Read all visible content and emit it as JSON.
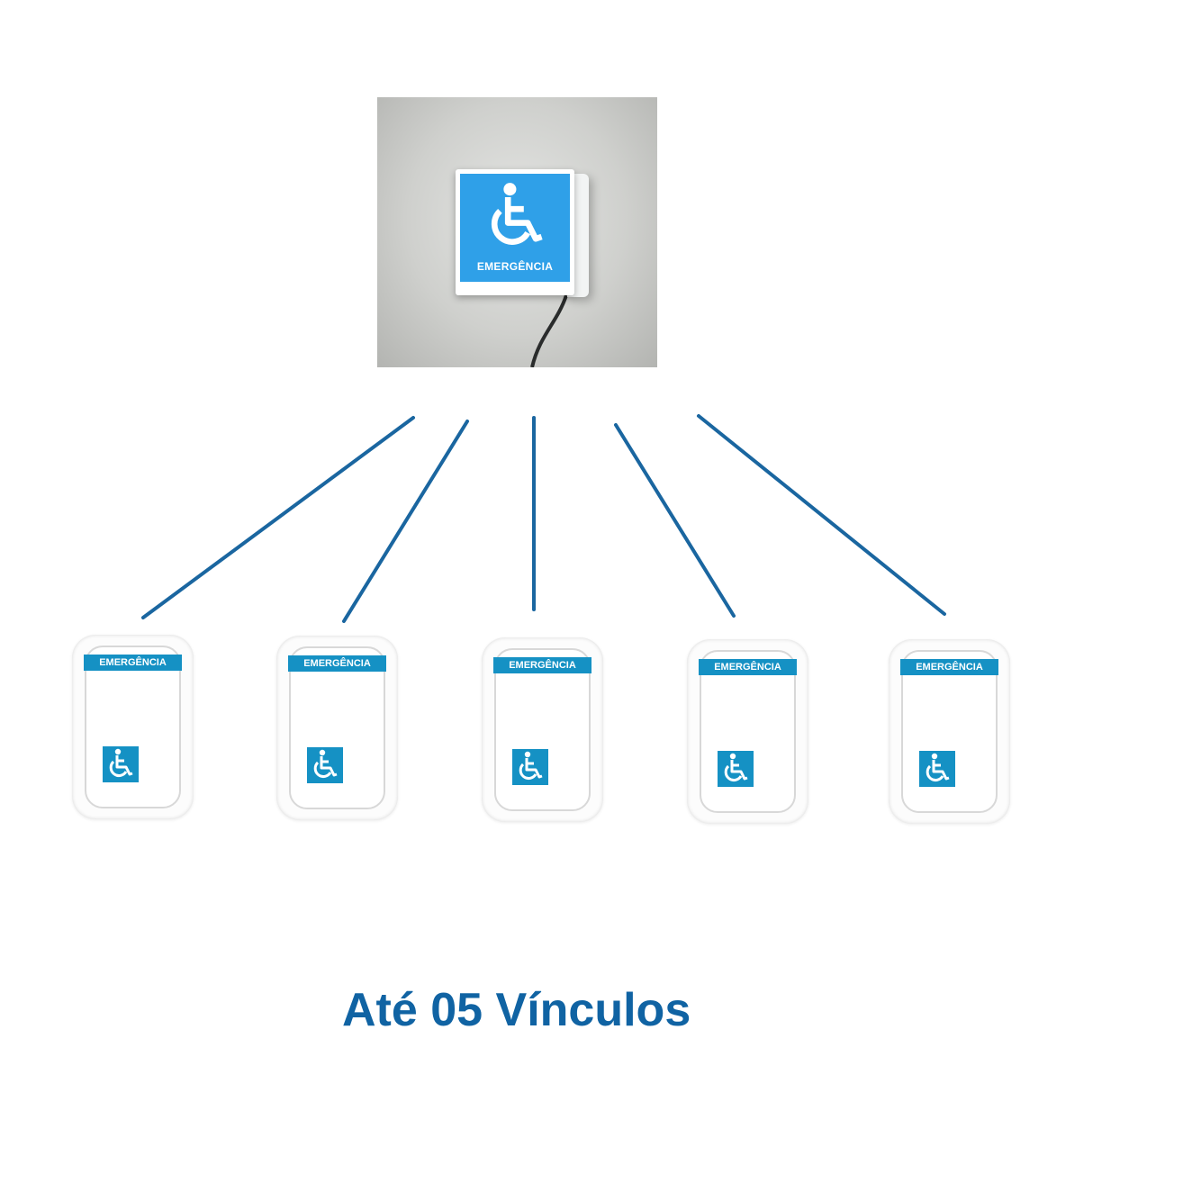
{
  "hub": {
    "label": "EMERGÊNCIA",
    "icon": "wheelchair-icon"
  },
  "buttons": [
    {
      "label": "EMERGÊNCIA",
      "icon": "wheelchair-icon"
    },
    {
      "label": "EMERGÊNCIA",
      "icon": "wheelchair-icon"
    },
    {
      "label": "EMERGÊNCIA",
      "icon": "wheelchair-icon"
    },
    {
      "label": "EMERGÊNCIA",
      "icon": "wheelchair-icon"
    },
    {
      "label": "EMERGÊNCIA",
      "icon": "wheelchair-icon"
    }
  ],
  "title": "Até 05 Vínculos",
  "colors": {
    "accent": "#1063a3",
    "sign_blue": "#2fa0e8",
    "button_blue": "#1591c4"
  }
}
